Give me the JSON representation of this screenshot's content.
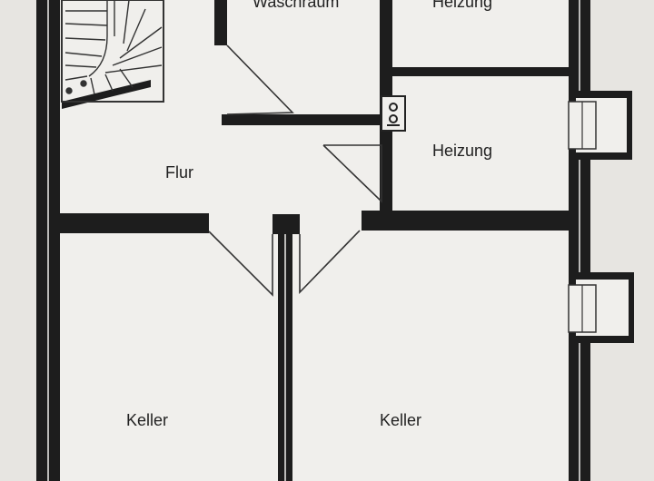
{
  "rooms": {
    "waschraum": "Waschraum",
    "heizung_top": "Heizung",
    "heizung": "Heizung",
    "flur": "Flur",
    "keller_left": "Keller",
    "keller_right": "Keller"
  },
  "colors": {
    "wall": "#1d1d1d",
    "paper": "#e7e5e1",
    "floor": "#f0efec",
    "line": "#333333"
  }
}
